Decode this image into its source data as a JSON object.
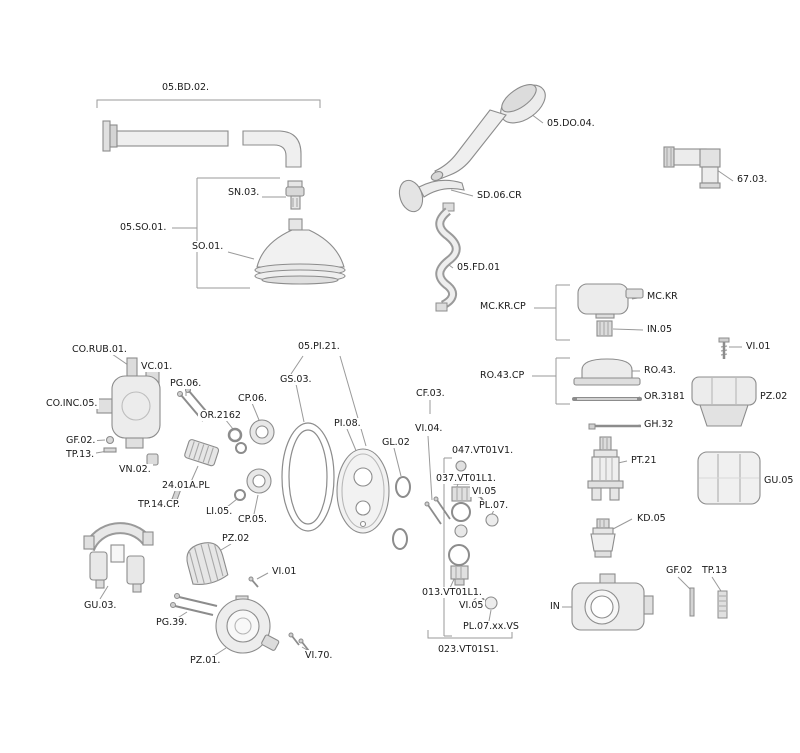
{
  "diagram": {
    "kind": "exploded-parts-diagram",
    "colors": {
      "background": "#ffffff",
      "part_stroke": "#8c8c8c",
      "leader_line": "#9a9a9a",
      "label_text": "#1a1a1a"
    }
  },
  "labels": [
    {
      "id": "bd02",
      "text": "05.BD.02."
    },
    {
      "id": "sn03",
      "text": "SN.03."
    },
    {
      "id": "so01cp",
      "text": "05.SO.01."
    },
    {
      "id": "so01",
      "text": "SO.01."
    },
    {
      "id": "do04",
      "text": "05.DO.04."
    },
    {
      "id": "sd06cr",
      "text": "SD.06.CR"
    },
    {
      "id": "p6703",
      "text": "67.03."
    },
    {
      "id": "fd01",
      "text": "05.FD.01"
    },
    {
      "id": "mckrcp",
      "text": "MC.KR.CP"
    },
    {
      "id": "mckr",
      "text": "MC.KR"
    },
    {
      "id": "in05",
      "text": "IN.05"
    },
    {
      "id": "vi01r",
      "text": "VI.01"
    },
    {
      "id": "ro43cp",
      "text": "RO.43.CP"
    },
    {
      "id": "ro43",
      "text": "RO.43."
    },
    {
      "id": "or3181",
      "text": "OR.3181"
    },
    {
      "id": "pz02r",
      "text": "PZ.02"
    },
    {
      "id": "gh32",
      "text": "GH.32"
    },
    {
      "id": "pt21",
      "text": "PT.21"
    },
    {
      "id": "gu05",
      "text": "GU.05"
    },
    {
      "id": "kd05",
      "text": "KD.05"
    },
    {
      "id": "gf02b",
      "text": "GF.02"
    },
    {
      "id": "tp13b",
      "text": "TP.13"
    },
    {
      "id": "in",
      "text": "IN"
    },
    {
      "id": "corub01",
      "text": "CO.RUB.01."
    },
    {
      "id": "vc01",
      "text": "VC.01."
    },
    {
      "id": "pg06",
      "text": "PG.06."
    },
    {
      "id": "coinc05",
      "text": "CO.INC.05."
    },
    {
      "id": "gf02l",
      "text": "GF.02."
    },
    {
      "id": "tp13l",
      "text": "TP.13."
    },
    {
      "id": "vn02",
      "text": "VN.02."
    },
    {
      "id": "p2401apl",
      "text": "24.01A.PL"
    },
    {
      "id": "tp14cp",
      "text": "TP.14.CP."
    },
    {
      "id": "or2162",
      "text": "OR.2162"
    },
    {
      "id": "cp06",
      "text": "CP.06."
    },
    {
      "id": "gs03",
      "text": "GS.03."
    },
    {
      "id": "pi21",
      "text": "05.PI.21."
    },
    {
      "id": "pi08",
      "text": "PI.08."
    },
    {
      "id": "li05",
      "text": "LI.05."
    },
    {
      "id": "cp05",
      "text": "CP.05."
    },
    {
      "id": "gl02",
      "text": "GL.02"
    },
    {
      "id": "cf03",
      "text": "CF.03."
    },
    {
      "id": "vi04",
      "text": "VI.04."
    },
    {
      "id": "v047",
      "text": "047.VT01V1."
    },
    {
      "id": "v037",
      "text": "037.VT01L1."
    },
    {
      "id": "vi05a",
      "text": "VI.05"
    },
    {
      "id": "pl07",
      "text": "PL.07."
    },
    {
      "id": "v013",
      "text": "013.VT01L1."
    },
    {
      "id": "vi05b",
      "text": "VI.05"
    },
    {
      "id": "pl07xx",
      "text": "PL.07.xx.VS"
    },
    {
      "id": "v023",
      "text": "023.VT01S1."
    },
    {
      "id": "gu03",
      "text": "GU.03."
    },
    {
      "id": "pz02l",
      "text": "PZ.02"
    },
    {
      "id": "vi01l",
      "text": "VI.01"
    },
    {
      "id": "pg39",
      "text": "PG.39."
    },
    {
      "id": "pz01",
      "text": "PZ.01."
    },
    {
      "id": "vi70",
      "text": "VI.70."
    }
  ]
}
